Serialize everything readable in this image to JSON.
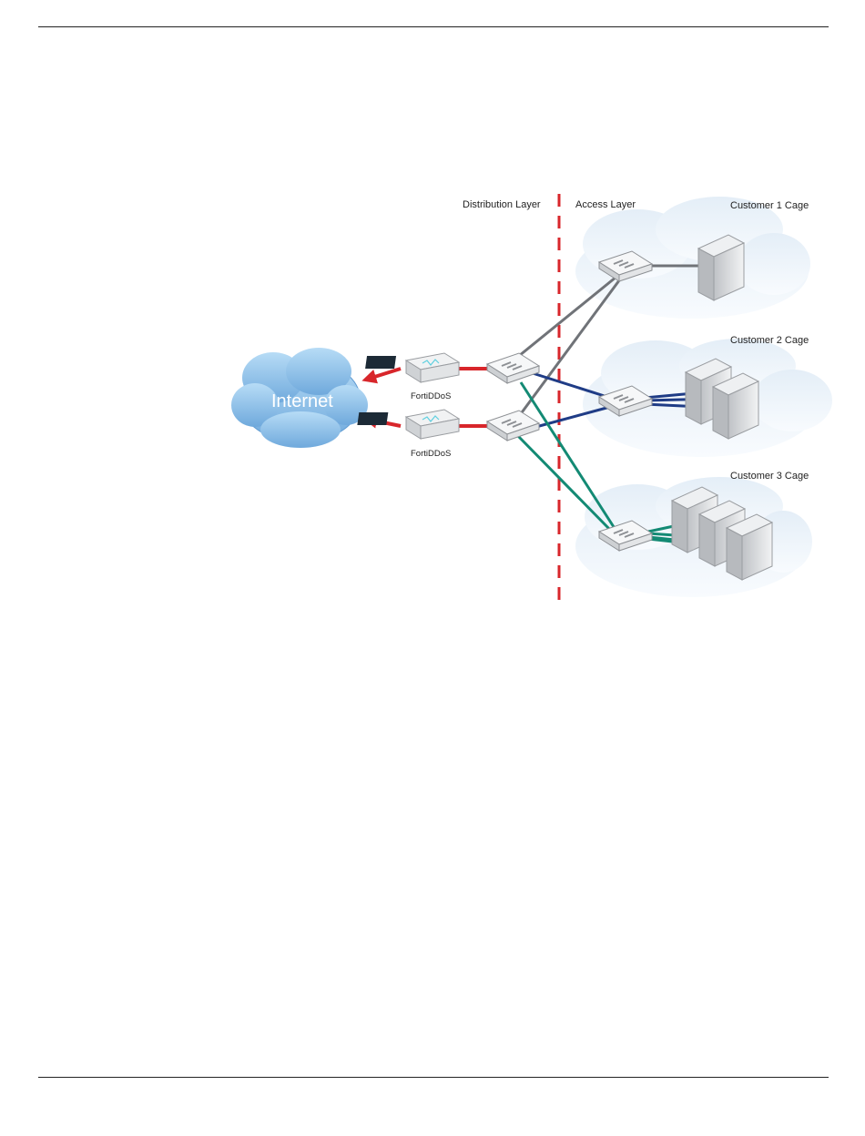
{
  "labels": {
    "distribution_layer": "Distribution Layer",
    "access_layer": "Access Layer",
    "customer1": "Customer 1 Cage",
    "customer2": "Customer 2 Cage",
    "customer3": "Customer 3 Cage",
    "internet": "Internet",
    "fortiddos_top": "FortiDDoS",
    "fortiddos_bottom": "FortiDDoS"
  },
  "colors": {
    "red_link": "#d8262b",
    "gray_link": "#707378",
    "blue_link": "#1f3c86",
    "green_link": "#138a74",
    "divider": "#d8262b",
    "cloud": "#9ccbf0"
  }
}
